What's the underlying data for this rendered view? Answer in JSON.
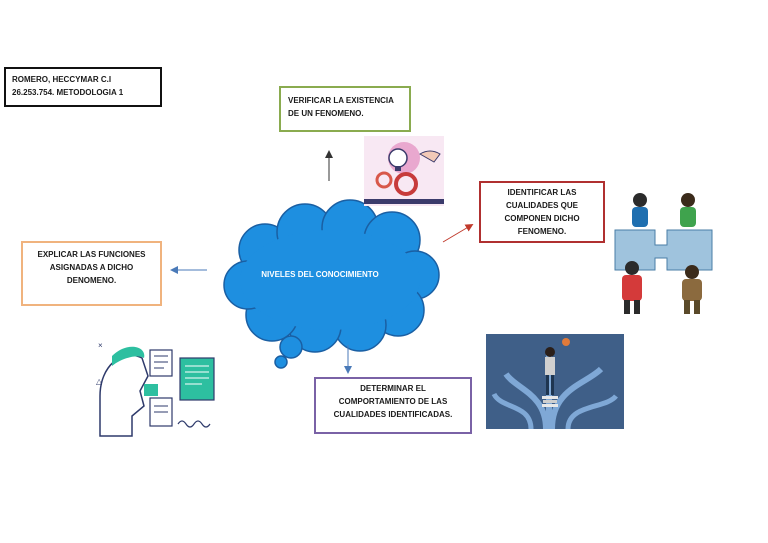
{
  "author": {
    "line1": "ROMERO, HECCYMAR C.I",
    "line2": "26.253.754. METODOLOGIA 1"
  },
  "center": {
    "label": "NIVELES DEL CONOCIMIENTO"
  },
  "nodes": {
    "verify": "VERIFICAR LA EXISTENCIA DE UN FENOMENO.",
    "identify": "IDENTIFICAR LAS CUALIDADES QUE COMPONEN DICHO FENOMENO.",
    "explain": "EXPLICAR LAS FUNCIONES ASIGNADAS A DICHO DENOMENO.",
    "determine": "DETERMINAR EL COMPORTAMIENTO DE LAS CUALIDADES IDENTIFICADAS."
  },
  "colors": {
    "cloud": "#1e8fe0",
    "verify_border": "#8aab4f",
    "identify_border": "#b03030",
    "explain_border": "#f0b37e",
    "determine_border": "#7a62a6"
  },
  "illustrations": [
    "lightbulb-gears-illustration",
    "puzzle-people-illustration",
    "paths-person-illustration",
    "thinking-head-illustration"
  ]
}
